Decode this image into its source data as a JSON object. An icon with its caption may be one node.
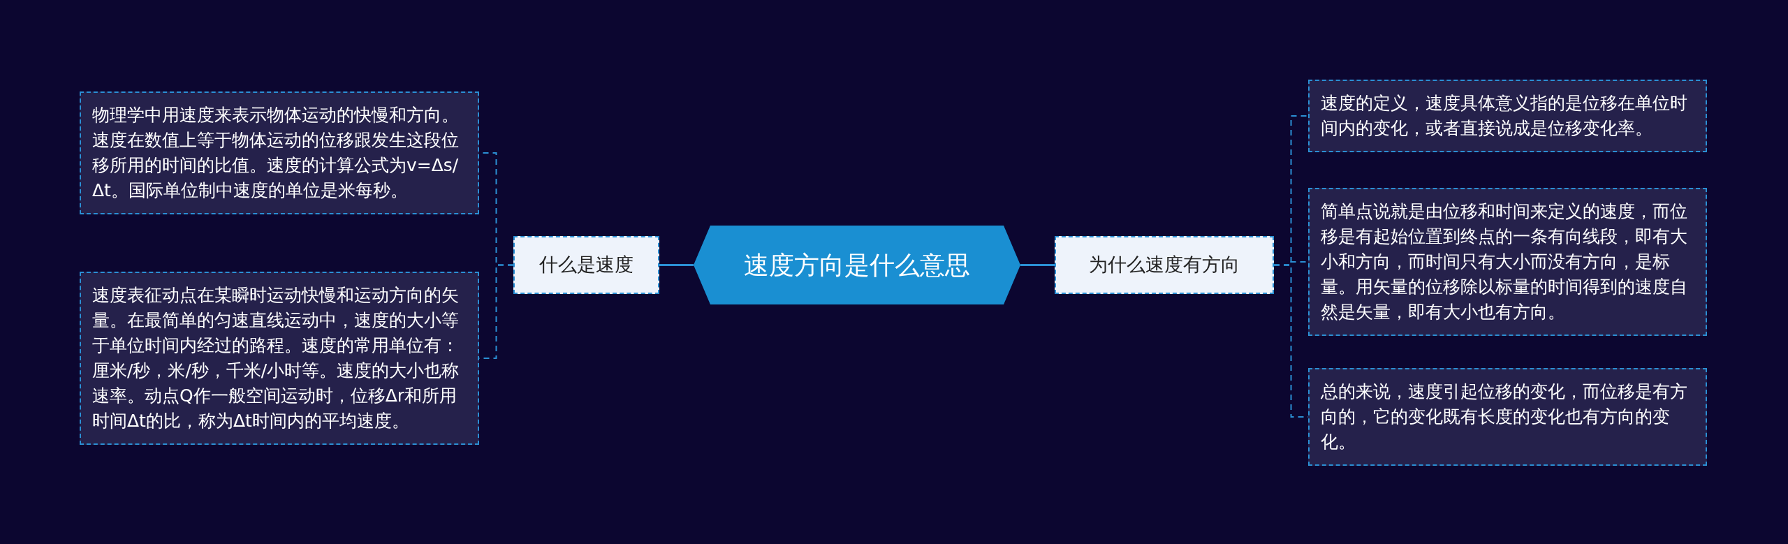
{
  "diagram": {
    "nodes": [
      {
        "text": [
          "速度方向是什么意思"
        ]
      },
      {
        "text": [
          "什么是速度"
        ]
      },
      {
        "text": [
          "物理学中用速度来表示物体运动的快慢和方向。速度在数值上等于物体运动的位移跟发生这段位移所用的时间的比值。速度的计算公式为v=Δs/Δt。国际单位制中速度的单位是米每秒。"
        ]
      },
      {
        "text": [
          "速度表征动点在某瞬时运动快慢和运动方向的矢量。在最简单的匀速直线运动中，速度的大小等于单位时间内经过的路程。速度的常用单位有：厘米/秒，米/秒，千米/小时等。速度的大小也称速率。动点Q作一般空间运动时，位移Δr和所用时间Δt的比，称为Δt时间内的平均速度。"
        ]
      },
      {
        "text": [
          "为什么速度有方向"
        ]
      },
      {
        "text": [
          "速度的定义，速度具体意义指的是位移在单位时间内的变化，或者直接说成是位移变化率。"
        ]
      },
      {
        "text": [
          "简单点说就是由位移和时间来定义的速度，而位移是有起始位置到终点的一条有向线段，即有大小和方向，而时间只有大小而没有方向，是标量。用矢量的位移除以标量的时间得到的速度自然是矢量，即有大小也有方向。"
        ]
      },
      {
        "text": [
          "总的来说，速度引起位移的变化，而位移是有方向的，它的变化既有长度的变化也有方向的变化。"
        ]
      }
    ],
    "edges": [
      {
        "from": 0,
        "to": 1,
        "arrow": "none"
      },
      {
        "from": 1,
        "to": 2,
        "arrow": "none",
        "style": "dashed"
      },
      {
        "from": 1,
        "to": 3,
        "arrow": "none",
        "style": "dashed"
      },
      {
        "from": 0,
        "to": 4,
        "arrow": "none"
      },
      {
        "from": 4,
        "to": 5,
        "arrow": "none",
        "style": "dashed"
      },
      {
        "from": 4,
        "to": 6,
        "arrow": "none",
        "style": "dashed"
      },
      {
        "from": 4,
        "to": 7,
        "arrow": "none",
        "style": "dashed"
      }
    ]
  }
}
